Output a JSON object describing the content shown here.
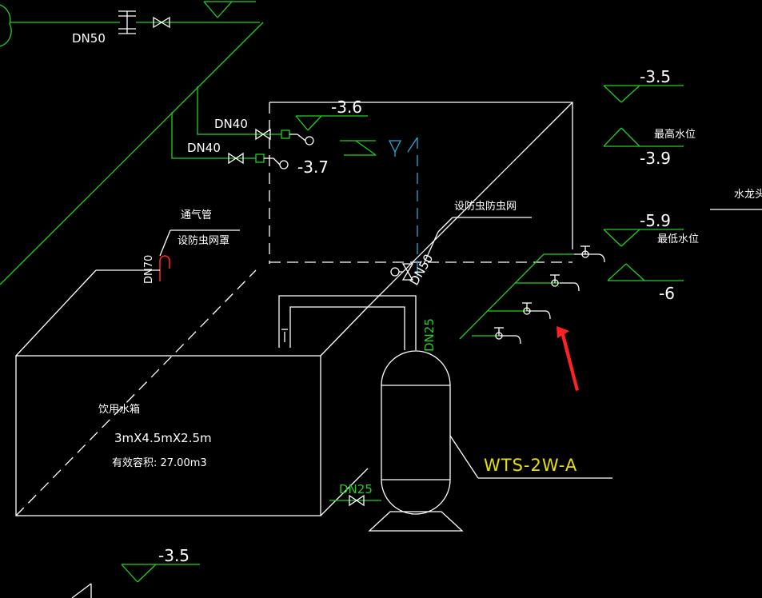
{
  "labels": {
    "pipe_dn50_top": "DN50",
    "pipe_dn40_a": "DN40",
    "pipe_dn40_b": "DN40",
    "elev_tank_top": "-3.6",
    "elev_outlet": "-3.7",
    "vent_pipe": "通气管",
    "insect_cover": "设防虫网罩",
    "pipe_dn70": "DN70",
    "insect_net": "设防虫防虫网",
    "pipe_dn50_drain": "DN50",
    "pipe_dn25_vertical": "DN25",
    "pipe_dn25_bottom": "DN25",
    "equipment_model": "WTS-2W-A",
    "tank_name": "饮用水箱",
    "tank_dims": "3mX4.5mX2.5m",
    "tank_volume": "有效容积: 27.00m3",
    "elev_right_top": "-3.5",
    "highest_water_level": "最高水位",
    "elev_high_level": "-3.9",
    "elev_low_level": "-5.9",
    "lowest_water_level": "最低水位",
    "elev_bottom_right": "-6",
    "faucet_label_cut": "水龙头",
    "elev_bottom_left": "-3.5"
  },
  "colors": {
    "background": "#000000",
    "geometry": "#ffffff",
    "pipe_green": "#1fd11f",
    "pipe_cyan": "#2ba8d8",
    "model_yellow": "#e8e000",
    "annotation_arrow": "#ff2222"
  }
}
